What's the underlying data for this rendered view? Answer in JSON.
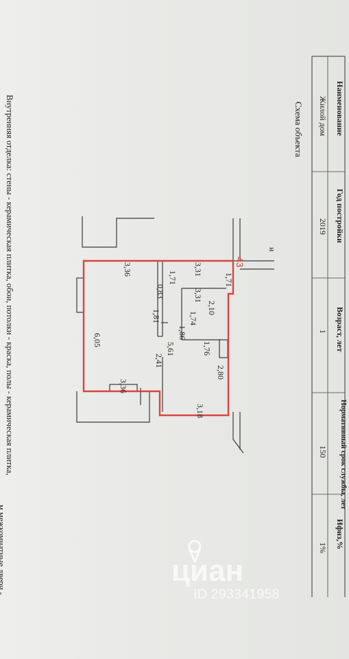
{
  "table": {
    "headers": {
      "name": "Наименование",
      "year": "Год постройки",
      "age": "Возраст, лет",
      "service": "Нормативный срок службы, лет",
      "wear": "Ифиз,%"
    },
    "row": {
      "name": "Жилой дом",
      "year": "2019",
      "age": "1",
      "service": "150",
      "wear": "1%"
    }
  },
  "scheme_title": "Схема объекта",
  "plan": {
    "unit_number": "43",
    "dimensions": {
      "top_left": "3,36",
      "top_mid": "3,31",
      "hall_small": "1,71",
      "top_right": "1,71",
      "inner_top": "3,31",
      "inner_small": "2,10",
      "d083": "0,83",
      "d181": "1,81",
      "d174": "1,74",
      "d186": "1,86",
      "d176": "1,76",
      "d561": "5,61",
      "d241": "2,41",
      "d280": "2,80",
      "d605": "6,05",
      "bottom_left": "3,36",
      "bottom_right": "3,18"
    },
    "north_mark": "и"
  },
  "footer_text": "Внутренняя отделка: стены - керамическая плитка, обои, потолки - краска, полы - керамическая плитка,",
  "footer_text_2": "м                        межкомнатные двери -",
  "watermark": {
    "brand": "циан",
    "id": "ID 293341958"
  }
}
